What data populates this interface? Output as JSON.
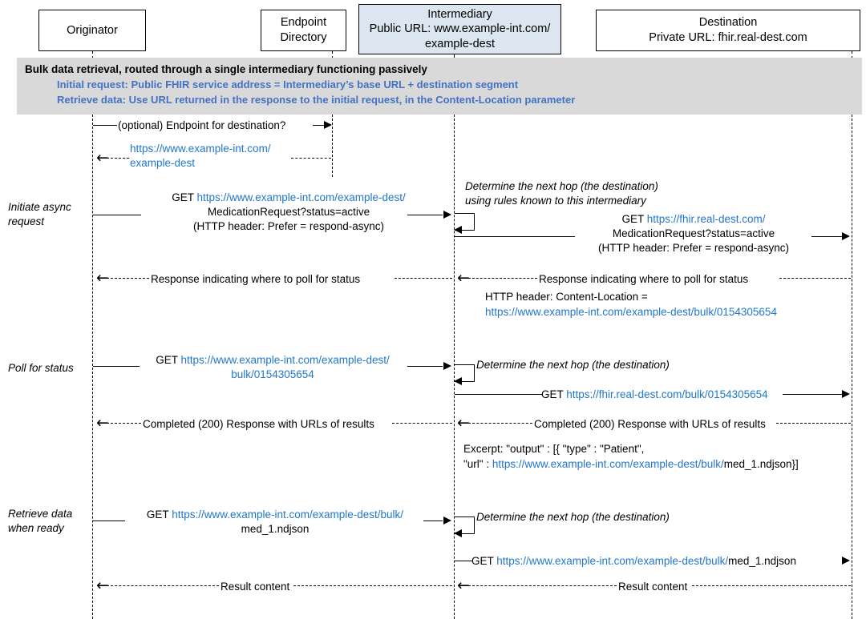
{
  "diagram": {
    "title": "Bulk data retrieval sequence diagram through a passive intermediary",
    "colors": {
      "banner_background": "#d9d9d9",
      "banner_text": "#4472c4",
      "url_link": "#2277c9",
      "intermediary_box": "#dce6f1",
      "line": "#000000"
    }
  },
  "actors": [
    {
      "id": "originator",
      "lines": [
        "Originator"
      ]
    },
    {
      "id": "endpoint-directory",
      "lines": [
        "Endpoint",
        "Directory"
      ]
    },
    {
      "id": "intermediary",
      "lines": [
        "Intermediary",
        "Public URL: www.example-int.com/",
        "example-dest"
      ]
    },
    {
      "id": "destination",
      "lines": [
        "Destination",
        "Private URL: fhir.real-dest.com"
      ]
    }
  ],
  "banner": {
    "title": "Bulk data retrieval, routed through a single intermediary functioning passively",
    "bullets": [
      "Initial request: Public FHIR service address = Intermediary’s base URL + destination segment",
      "Retrieve data: Use URL returned in the response to the initial request, in the Content-Location parameter"
    ]
  },
  "phase_labels": [
    {
      "id": "initiate",
      "lines": [
        "Initiate async",
        "request"
      ]
    },
    {
      "id": "poll",
      "lines": [
        "Poll for status"
      ]
    },
    {
      "id": "retrieve",
      "lines": [
        "Retrieve data",
        "when ready"
      ]
    }
  ],
  "messages": {
    "m1_endpoint_query": "(optional) Endpoint for destination?",
    "m2_endpoint_reply_l1": "https://www.example-int.com/",
    "m2_endpoint_reply_l2": "example-dest",
    "m3_get_prefix": "GET ",
    "m3_url": "https://www.example-int.com/example-dest/",
    "m3_l2": "MedicationRequest?status=active",
    "m3_l3": "(HTTP header: Prefer = respond-async)",
    "note1_l1": "Determine the next hop (the destination)",
    "note1_l2": "using rules known to this intermediary",
    "m4_get_prefix": "GET ",
    "m4_url": "https://fhir.real-dest.com/",
    "m4_l2": "MedicationRequest?status=active",
    "m4_l3": "(HTTP header: Prefer = respond-async)",
    "m5_response_status": "Response indicating where to poll for status",
    "m6_response_status": "Response indicating where to poll for status",
    "m6_header_label": "HTTP header:  Content-Location =",
    "m6_header_url": "https://www.example-int.com/example-dest/bulk/0154305654",
    "m7_get_prefix": "GET ",
    "m7_url_l1": "https://www.example-int.com/example-dest/",
    "m7_url_l2": "bulk/0154305654",
    "note2": "Determine the next hop (the destination)",
    "m8_get_prefix": "GET ",
    "m8_url": "https://fhir.real-dest.com/bulk/0154305654",
    "m9_completed": "Completed (200) Response with URLs of results",
    "m10_completed": "Completed (200) Response with URLs of results",
    "excerpt_l1": "Excerpt:    \"output\" : [{ \"type\" : \"Patient\",",
    "excerpt_l2_prefix": "\"url\" : ",
    "excerpt_l2_url": "https://www.example-int.com/example-dest/bulk/",
    "excerpt_l2_suffix": "med_1.ndjson}]",
    "m11_get_prefix": "GET ",
    "m11_url": "https://www.example-int.com/example-dest/bulk/",
    "m11_l2": "med_1.ndjson",
    "note3": "Determine the next hop (the destination)",
    "m12_get_prefix": "GET ",
    "m12_url": "https://www.example-int.com/example-dest/bulk/",
    "m12_suffix": "med_1.ndjson",
    "m13_result": "Result content",
    "m14_result": "Result content"
  }
}
